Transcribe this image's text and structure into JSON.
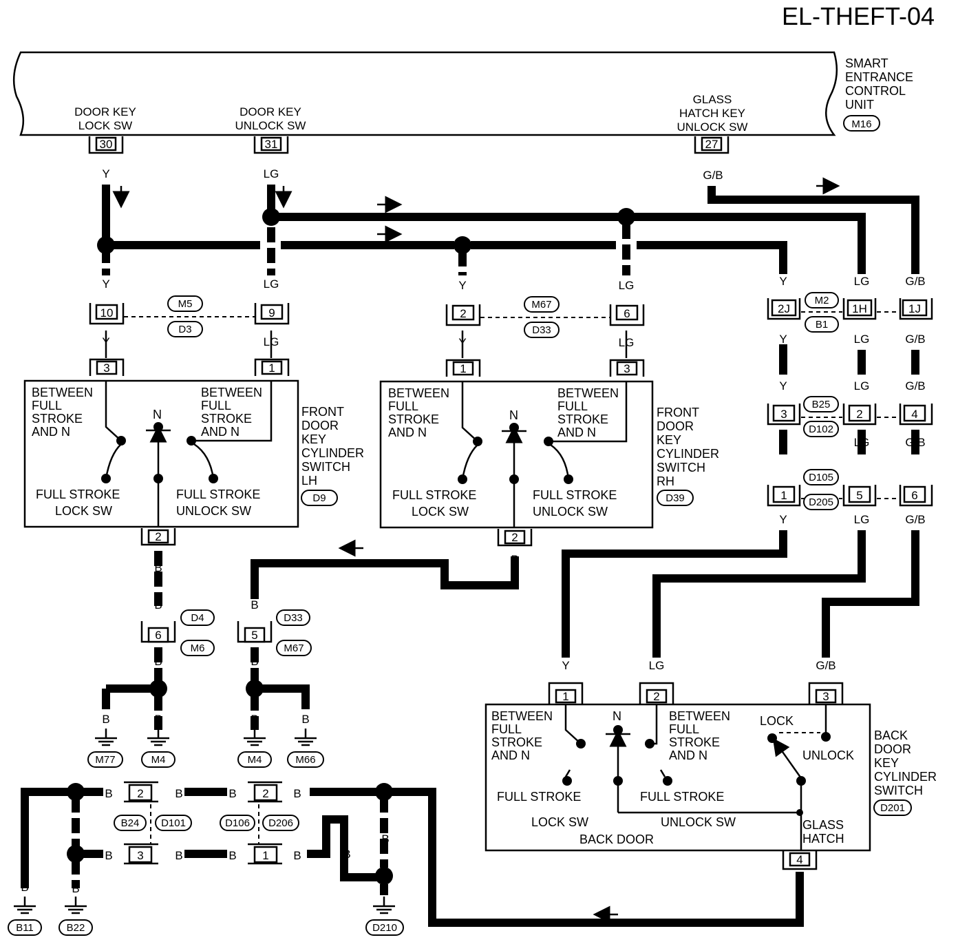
{
  "title": "EL-THEFT-04",
  "control_unit": {
    "name": [
      "SMART",
      "ENTRANCE",
      "CONTROL",
      "UNIT"
    ],
    "connector": "M16",
    "pins": [
      {
        "label": [
          "DOOR KEY",
          "LOCK SW"
        ],
        "pin": "30",
        "wire": "Y"
      },
      {
        "label": [
          "DOOR KEY",
          "UNLOCK SW"
        ],
        "pin": "31",
        "wire": "LG"
      },
      {
        "label": [
          "GLASS",
          "HATCH KEY",
          "UNLOCK SW"
        ],
        "pin": "27",
        "wire": "G/B"
      }
    ]
  },
  "wire_colors": {
    "y": "Y",
    "lg": "LG",
    "gb": "G/B",
    "b": "B"
  },
  "lh_switch": {
    "name": [
      "FRONT",
      "DOOR",
      "KEY",
      "CYLINDER",
      "SWITCH",
      "LH"
    ],
    "connector": "D9",
    "pin_left": "3",
    "pin_right": "1",
    "pin_bottom": "2",
    "between_left": [
      "BETWEEN",
      "FULL",
      "STROKE",
      "AND N"
    ],
    "between_right": [
      "BETWEEN",
      "FULL",
      "STROKE",
      "AND N"
    ],
    "n": "N",
    "lock": [
      "FULL STROKE",
      "LOCK SW"
    ],
    "unlock": [
      "FULL STROKE",
      "UNLOCK SW"
    ]
  },
  "rh_switch": {
    "name": [
      "FRONT",
      "DOOR",
      "KEY",
      "CYLINDER",
      "SWITCH",
      "RH"
    ],
    "connector": "D39",
    "pin_left": "1",
    "pin_right": "3",
    "pin_bottom": "2",
    "between_left": [
      "BETWEEN",
      "FULL",
      "STROKE",
      "AND N"
    ],
    "between_right": [
      "BETWEEN",
      "FULL",
      "STROKE",
      "AND N"
    ],
    "n": "N",
    "lock": [
      "FULL STROKE",
      "LOCK SW"
    ],
    "unlock": [
      "FULL STROKE",
      "UNLOCK SW"
    ]
  },
  "back_switch": {
    "name": [
      "BACK",
      "DOOR",
      "KEY",
      "CYLINDER",
      "SWITCH"
    ],
    "connector": "D201",
    "pins": [
      "1",
      "2",
      "3",
      "4"
    ],
    "between_left": [
      "BETWEEN",
      "FULL",
      "STROKE",
      "AND N"
    ],
    "between_right": [
      "BETWEEN",
      "FULL",
      "STROKE",
      "AND N"
    ],
    "n": "N",
    "lock": "LOCK",
    "unlock": "UNLOCK",
    "full_stroke_left": "FULL STROKE",
    "full_stroke_right": "FULL STROKE",
    "lock_sw": "LOCK SW",
    "unlock_sw": "UNLOCK SW",
    "back_door": "BACK DOOR",
    "glass_hatch": [
      "GLASS",
      "HATCH"
    ]
  },
  "connectors": {
    "m5_d3": {
      "top": "M5",
      "bottom": "D3",
      "pins": [
        "10",
        "9"
      ]
    },
    "m67_d33": {
      "top": "M67",
      "bottom": "D33",
      "pins": [
        "2",
        "6"
      ]
    },
    "m2_b1": {
      "top": "M2",
      "bottom": "B1",
      "pins": [
        "2J",
        "1H",
        "1J"
      ]
    },
    "b25_d102": {
      "top": "B25",
      "bottom": "D102",
      "pins": [
        "3",
        "2",
        "4"
      ]
    },
    "d105_d205": {
      "top": "D105",
      "bottom": "D205",
      "pins": [
        "1",
        "5",
        "6"
      ]
    },
    "d4_m6": {
      "top": "D4",
      "bottom": "M6",
      "pin": "6"
    },
    "d33_m67": {
      "top": "D33",
      "bottom": "M67",
      "pin": "5"
    },
    "b24_d101": {
      "left": "B24",
      "right": "D101",
      "pins": [
        "2",
        "3"
      ]
    },
    "d106_d206": {
      "left": "D106",
      "right": "D206",
      "pins": [
        "2",
        "1"
      ]
    }
  },
  "grounds": [
    "M77",
    "M4",
    "M4",
    "M66",
    "B11",
    "B22",
    "D210"
  ]
}
